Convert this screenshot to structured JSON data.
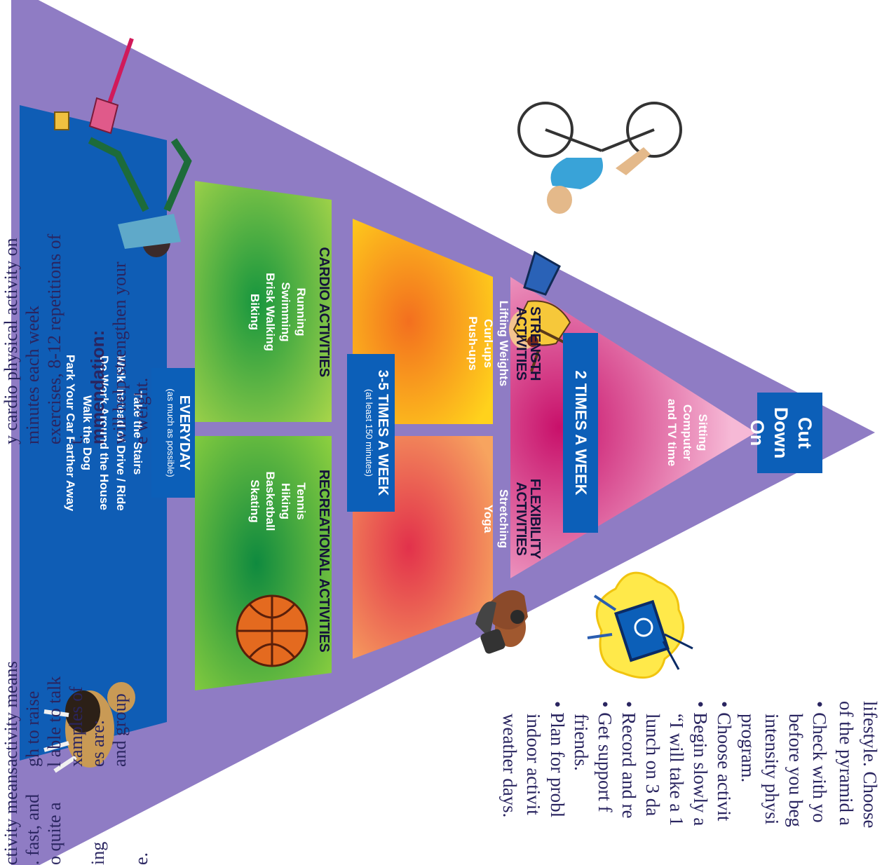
{
  "left_text": {
    "line1": "lifestyle. Choose",
    "line2": "of the pyramid a",
    "b1_l1": "Check with yo",
    "b1_l2": "before you beg",
    "b1_l3": "intensity physi",
    "b1_l4": "program.",
    "b2": "Choose activit",
    "b3_l1": "Begin slowly a",
    "b3_l2": "“I will take a 1",
    "b3_l3": "lunch on 3 da",
    "b4": "Record and re",
    "b5_l1": "Get support f",
    "b5_l2": "friends.",
    "b6_l1": "Plan for probl",
    "b6_l2": "indoor activit",
    "b6_l3": "weather days."
  },
  "right_text": {
    "l1": "y cardio physical activity on",
    "l2": "minutes each week",
    "l3": "exercises, 8-12 repetitions of",
    "l4": "t.",
    "l5": "mmendation:",
    "l6": "will help strengthen your",
    "l7": "e weight.",
    "l8": "activity means",
    "l9": "gh to raise",
    "l10": "l able to talk",
    "l11": "xamples of",
    "l12": "es are:",
    "l13": "and group",
    "l14": "ctivity means",
    "l15": ". fast, and",
    "l16": "o quite a",
    "l17": "ing",
    "l18": "e."
  },
  "pyramid": {
    "top": {
      "banner_l1": "Cut",
      "banner_l2": "Down On",
      "items": [
        "Sitting",
        "Computer",
        "and TV time"
      ]
    },
    "tier2": {
      "banner": "2 TIMES A WEEK",
      "strength_title_l1": "STRENGTH",
      "strength_title_l2": "ACTIVITIES",
      "strength_items": [
        "Lifting Weights",
        "Curl-ups",
        "Push-ups"
      ],
      "flex_title_l1": "FLEXIBILITY",
      "flex_title_l2": "ACTIVITIES",
      "flex_items": [
        "Stretching",
        "Yoga"
      ]
    },
    "tier3": {
      "banner": "3-5 TIMES A WEEK",
      "banner_sub": "(at least 150 minutes)",
      "cardio_title": "CARDIO ACTIVITIES",
      "cardio_items": [
        "Running",
        "Swimming",
        "Brisk Walking",
        "Biking"
      ],
      "rec_title": "RECREATIONAL ACTIVITIES",
      "rec_items": [
        "Tennis",
        "Hiking",
        "Basketball",
        "Skating"
      ]
    },
    "base": {
      "banner": "EVERYDAY",
      "banner_sub": "(as much as possible)",
      "items": [
        "Take the Stairs",
        "Walk Instead of Drive / Ride",
        "Do Work Around the House",
        "Walk the Dog",
        "Park Your Car Farther Away"
      ]
    }
  },
  "colors": {
    "purple": "#8f7cc4",
    "base_blue": "#0f5db5",
    "cardio_green": "#2ea84a",
    "strength_orange": "#f6a21f",
    "flex_red": "#ec5b4d",
    "cut_pink": "#d42a7a",
    "banner_blue": "#0c5fb8"
  }
}
